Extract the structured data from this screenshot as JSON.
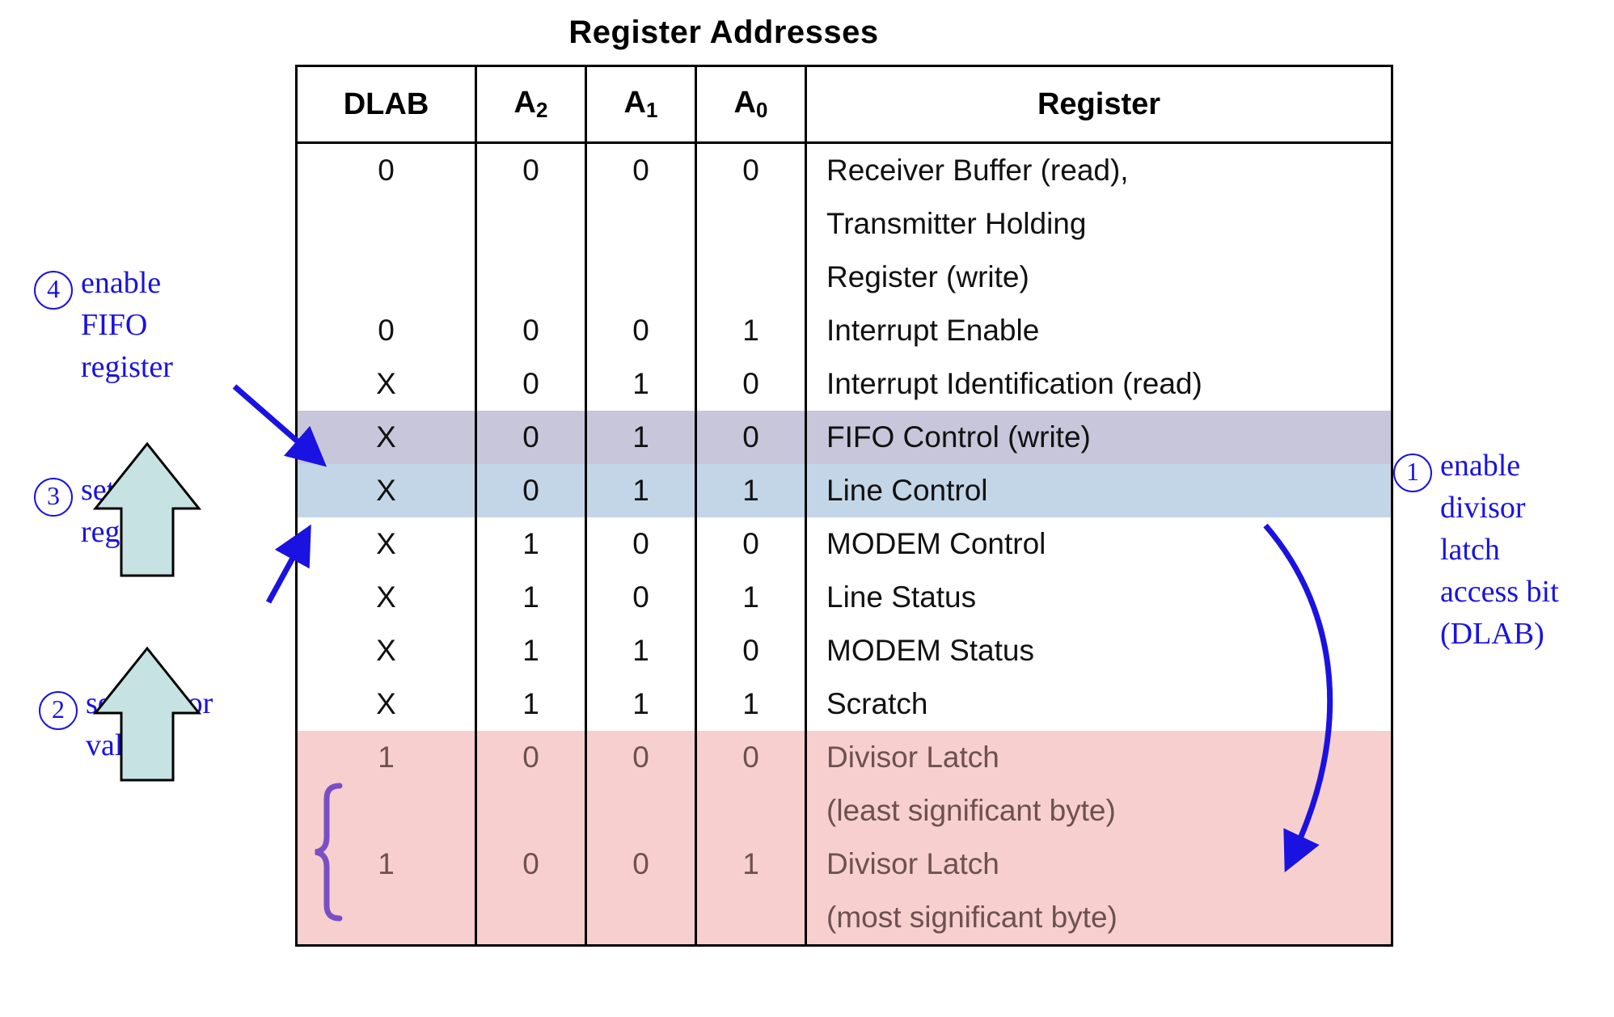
{
  "title": "Register Addresses",
  "table": {
    "columns": [
      "DLAB",
      "A2",
      "A1",
      "A0",
      "Register"
    ],
    "column_labels": {
      "dlab": "DLAB",
      "a2_base": "A",
      "a2_sub": "2",
      "a1_base": "A",
      "a1_sub": "1",
      "a0_base": "A",
      "a0_sub": "0",
      "register": "Register"
    },
    "rows": [
      {
        "dlab": "0",
        "a2": "0",
        "a1": "0",
        "a0": "0",
        "register": "Receiver Buffer (read),",
        "highlight": "none",
        "tall": true
      },
      {
        "dlab": "",
        "a2": "",
        "a1": "",
        "a0": "",
        "register": "Transmitter Holding",
        "highlight": "none"
      },
      {
        "dlab": "",
        "a2": "",
        "a1": "",
        "a0": "",
        "register": "Register (write)",
        "highlight": "none"
      },
      {
        "dlab": "0",
        "a2": "0",
        "a1": "0",
        "a0": "1",
        "register": "Interrupt Enable",
        "highlight": "none"
      },
      {
        "dlab": "X",
        "a2": "0",
        "a1": "1",
        "a0": "0",
        "register": "Interrupt Identification (read)",
        "highlight": "none"
      },
      {
        "dlab": "X",
        "a2": "0",
        "a1": "1",
        "a0": "0",
        "register": "FIFO Control (write)",
        "highlight": "fifo"
      },
      {
        "dlab": "X",
        "a2": "0",
        "a1": "1",
        "a0": "1",
        "register": "Line Control",
        "highlight": "line"
      },
      {
        "dlab": "X",
        "a2": "1",
        "a1": "0",
        "a0": "0",
        "register": "MODEM Control",
        "highlight": "none"
      },
      {
        "dlab": "X",
        "a2": "1",
        "a1": "0",
        "a0": "1",
        "register": "Line Status",
        "highlight": "none"
      },
      {
        "dlab": "X",
        "a2": "1",
        "a1": "1",
        "a0": "0",
        "register": "MODEM Status",
        "highlight": "none"
      },
      {
        "dlab": "X",
        "a2": "1",
        "a1": "1",
        "a0": "1",
        "register": "Scratch",
        "highlight": "none"
      },
      {
        "dlab": "1",
        "a2": "0",
        "a1": "0",
        "a0": "0",
        "register": "Divisor Latch",
        "highlight": "divisor"
      },
      {
        "dlab": "",
        "a2": "",
        "a1": "",
        "a0": "",
        "register": "(least significant byte)",
        "highlight": "divisor"
      },
      {
        "dlab": "1",
        "a2": "0",
        "a1": "0",
        "a0": "1",
        "register": "Divisor Latch",
        "highlight": "divisor"
      },
      {
        "dlab": "",
        "a2": "",
        "a1": "",
        "a0": "",
        "register": "(most significant byte)",
        "highlight": "divisor"
      }
    ]
  },
  "annotations": [
    {
      "id": "anno-1",
      "number": "1",
      "text": "enable\ndivisor\nlatch\naccess bit\n(DLAB)"
    },
    {
      "id": "anno-2",
      "number": "2",
      "text": "set divisor\nvalue"
    },
    {
      "id": "anno-3",
      "number": "3",
      "text": "set line\nregister"
    },
    {
      "id": "anno-4",
      "number": "4",
      "text": "enable\nFIFO\nregister"
    }
  ],
  "colors": {
    "annotation_blue": "#1a12e0",
    "fifo_row_highlight": "#c8c6da",
    "line_row_highlight": "#c3d6e8",
    "divisor_row_highlight": "#f7cfcf",
    "divisor_text": "#6e5050",
    "block_arrow_fill": "#c6e2e2",
    "brace_purple": "#7a4fc4",
    "table_border": "#000000"
  },
  "shapes": {
    "block_arrow_up_upper": "block-arrow-up",
    "block_arrow_up_lower": "block-arrow-up",
    "pointer_arrow_to_fifo": "arrow-down-right",
    "pointer_arrow_to_line": "arrow-up-right",
    "pointer_arrow_to_divisor": "curved-arrow-down-left",
    "divisor_brace": "curly-brace-left"
  }
}
